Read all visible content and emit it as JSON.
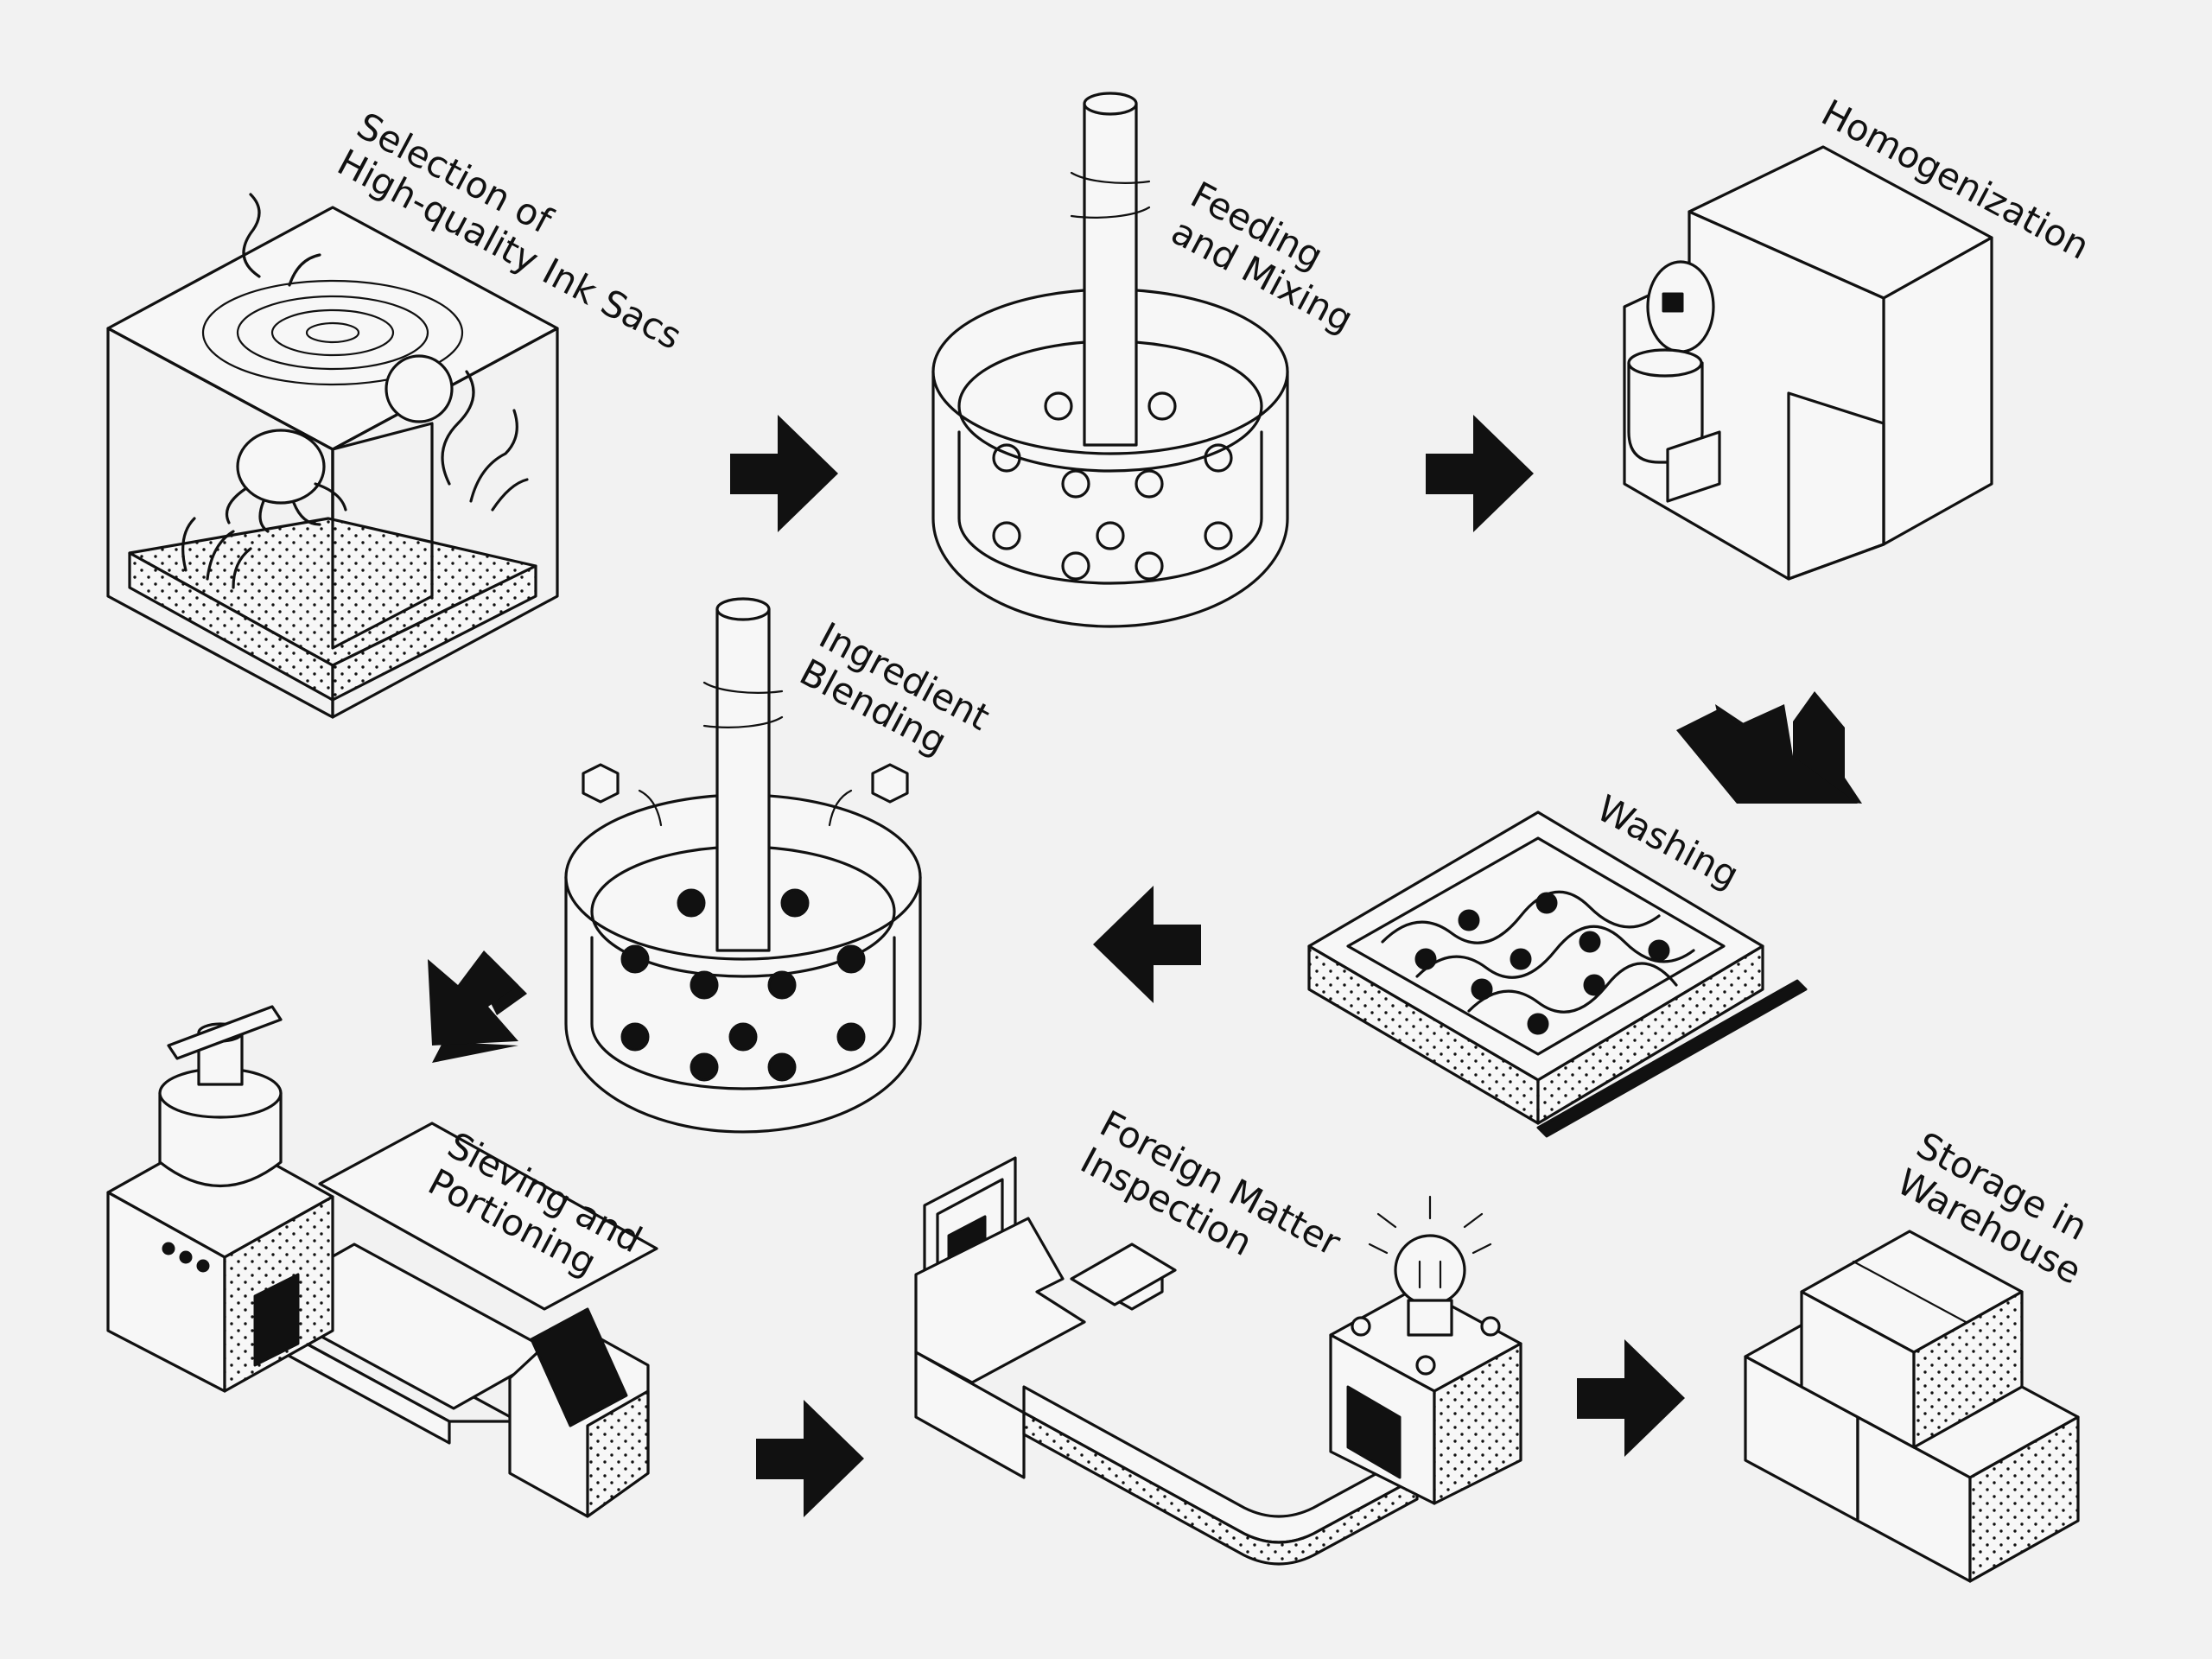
{
  "steps": [
    {
      "id": 1,
      "label_lines": [
        "Selection of",
        "High-quality Ink Sacs"
      ]
    },
    {
      "id": 2,
      "label_lines": [
        "Feeding",
        "and Mixing"
      ]
    },
    {
      "id": 3,
      "label_lines": [
        "Homogenization"
      ]
    },
    {
      "id": 4,
      "label_lines": [
        "Washing"
      ]
    },
    {
      "id": 5,
      "label_lines": [
        "Ingredient",
        "Blending"
      ]
    },
    {
      "id": 6,
      "label_lines": [
        "Sieving and",
        "Portioning"
      ]
    },
    {
      "id": 7,
      "label_lines": [
        "Foreign Matter",
        "Inspection"
      ]
    },
    {
      "id": 8,
      "label_lines": [
        "Storage in",
        "Warehouse"
      ]
    }
  ],
  "flow": [
    {
      "from": 1,
      "to": 2,
      "direction": "right"
    },
    {
      "from": 2,
      "to": 3,
      "direction": "right"
    },
    {
      "from": 3,
      "to": 4,
      "direction": "down-left"
    },
    {
      "from": 4,
      "to": 5,
      "direction": "left"
    },
    {
      "from": 5,
      "to": 6,
      "direction": "down-left"
    },
    {
      "from": 6,
      "to": 7,
      "direction": "right"
    },
    {
      "from": 7,
      "to": 8,
      "direction": "right"
    }
  ],
  "colors": {
    "background": "#f2f2f2",
    "ink": "#111111"
  }
}
